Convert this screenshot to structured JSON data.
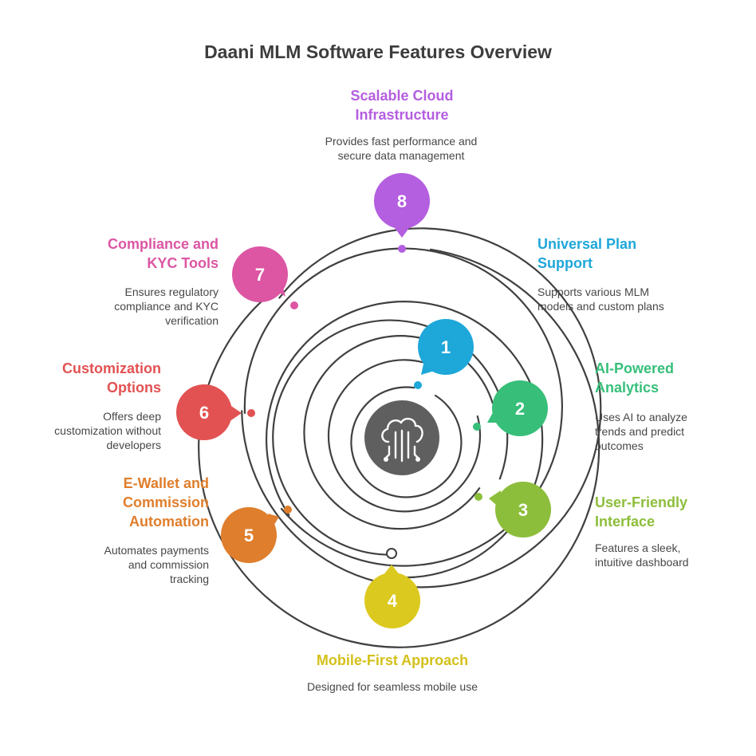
{
  "title": "Daani MLM Software Features Overview",
  "features": [
    {
      "number": "1",
      "title": "Universal Plan Support",
      "description": "Supports various MLM models and custom plans",
      "color": "#1ea7d9"
    },
    {
      "number": "2",
      "title": "AI-Powered Analytics",
      "description": "Uses AI to analyze trends and predict outcomes",
      "color": "#37bf7a"
    },
    {
      "number": "3",
      "title": "User-Friendly Interface",
      "description": "Features a sleek, intuitive dashboard",
      "color": "#8dbe3b"
    },
    {
      "number": "4",
      "title": "Mobile-First Approach",
      "description": "Designed for seamless mobile use",
      "color": "#dcc91f"
    },
    {
      "number": "5",
      "title": "E-Wallet and Commission Automation",
      "description": "Automates payments and commission tracking",
      "color": "#df7e2c"
    },
    {
      "number": "6",
      "title": "Customization Options",
      "description": "Offers deep customization without developers",
      "color": "#e25252"
    },
    {
      "number": "7",
      "title": "Compliance and KYC Tools",
      "description": "Ensures regulatory compliance and KYC verification",
      "color": "#dc56a3"
    },
    {
      "number": "8",
      "title": "Scalable Cloud Infrastructure",
      "description": "Provides fast performance and secure data management",
      "color": "#b45ee0"
    }
  ],
  "center_icon": "cloud-circuit-icon",
  "ring_color": "#404040",
  "center_color": "#5f5f5f"
}
